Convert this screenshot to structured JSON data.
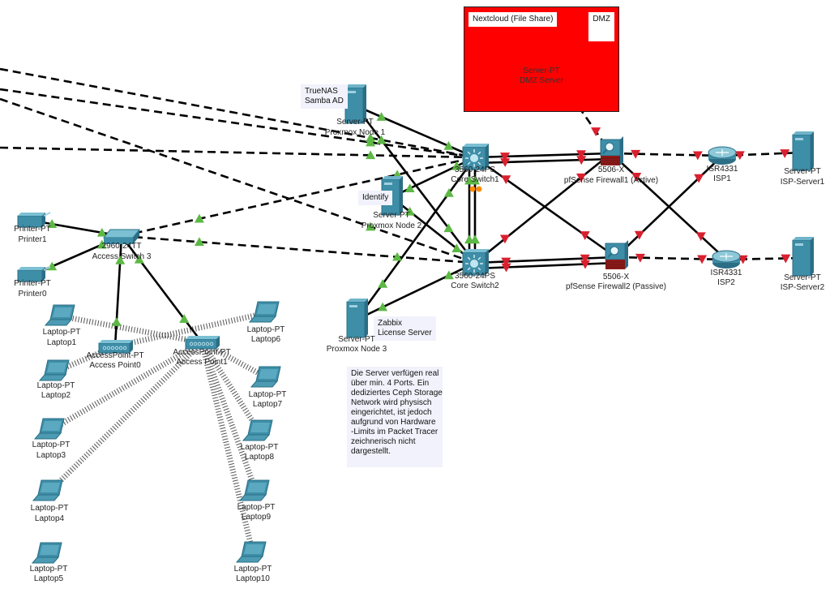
{
  "diagram": {
    "title": "Network Topology (Packet Tracer)",
    "colors": {
      "dmz_zone": "#ff0000",
      "link_up": "#5db845",
      "link_down": "#d8202e",
      "console_link": "#ff8c00",
      "device": "#3e8ea8",
      "note_bg": "#f1f2fb"
    },
    "zones": [
      {
        "id": "dmz",
        "label": "DMZ",
        "note": "Nextcloud (File Share)"
      }
    ],
    "notes": {
      "truenas": [
        "TrueNAS",
        "Samba AD"
      ],
      "identify": [
        "Identify"
      ],
      "zabbix": [
        "Zabbix",
        "License Server"
      ],
      "ceph": [
        "Die Server verfügen real",
        "über min. 4 Ports. Ein",
        "dediziertes Ceph Storage",
        "Network wird physisch",
        "eingerichtet, ist jedoch",
        "aufgrund von Hardware",
        "-Limits im Packet Tracer",
        "zeichnerisch nicht",
        "dargestellt."
      ]
    },
    "devices": [
      {
        "id": "dmz_server",
        "type": "server",
        "model": "Server-PT",
        "name": "DMZ Server",
        "icon": "server-icon"
      },
      {
        "id": "node1",
        "type": "server",
        "model": "Server-PT",
        "name": "Proxmox Node 1",
        "icon": "server-icon"
      },
      {
        "id": "node2",
        "type": "server",
        "model": "Server-PT",
        "name": "Proxmox Node 2",
        "icon": "server-icon"
      },
      {
        "id": "node3",
        "type": "server",
        "model": "Server-PT",
        "name": "Proxmox Node 3",
        "icon": "server-icon"
      },
      {
        "id": "core1",
        "type": "multilayer-switch",
        "model": "3560-24PS",
        "name": "Core Switch1",
        "icon": "multilayer-switch-icon"
      },
      {
        "id": "core2",
        "type": "multilayer-switch",
        "model": "3560-24PS",
        "name": "Core Switch2",
        "icon": "multilayer-switch-icon"
      },
      {
        "id": "fw1",
        "type": "firewall",
        "model": "5506-X",
        "name": "pfSense Firewall1 (Active)",
        "icon": "firewall-icon"
      },
      {
        "id": "fw2",
        "type": "firewall",
        "model": "5506-X",
        "name": "pfSense Firewall2 (Passive)",
        "icon": "firewall-icon"
      },
      {
        "id": "isp1",
        "type": "router",
        "model": "ISR4331",
        "name": "ISP1",
        "icon": "router-icon"
      },
      {
        "id": "isp2",
        "type": "router",
        "model": "ISR4331",
        "name": "ISP2",
        "icon": "router-icon"
      },
      {
        "id": "isps1",
        "type": "server",
        "model": "Server-PT",
        "name": "ISP-Server1",
        "icon": "server-icon"
      },
      {
        "id": "isps2",
        "type": "server",
        "model": "Server-PT",
        "name": "ISP-Server2",
        "icon": "server-icon"
      },
      {
        "id": "acc3",
        "type": "switch",
        "model": "2960-24TT",
        "name": "Access Switch 3",
        "icon": "switch-icon"
      },
      {
        "id": "printer1",
        "type": "printer",
        "model": "Printer-PT",
        "name": "Printer1",
        "icon": "printer-icon"
      },
      {
        "id": "printer0",
        "type": "printer",
        "model": "Printer-PT",
        "name": "Printer0",
        "icon": "printer-icon"
      },
      {
        "id": "ap0",
        "type": "access-point",
        "model": "AccessPoint-PT",
        "name": "Access Point0",
        "icon": "access-point-icon"
      },
      {
        "id": "ap1",
        "type": "access-point",
        "model": "AccessPoint-PT",
        "name": "Access Point1",
        "icon": "access-point-icon"
      },
      {
        "id": "laptop1",
        "type": "laptop",
        "model": "Laptop-PT",
        "name": "Laptop1",
        "icon": "laptop-icon"
      },
      {
        "id": "laptop2",
        "type": "laptop",
        "model": "Laptop-PT",
        "name": "Laptop2",
        "icon": "laptop-icon"
      },
      {
        "id": "laptop3",
        "type": "laptop",
        "model": "Laptop-PT",
        "name": "Laptop3",
        "icon": "laptop-icon"
      },
      {
        "id": "laptop4",
        "type": "laptop",
        "model": "Laptop-PT",
        "name": "Laptop4",
        "icon": "laptop-icon"
      },
      {
        "id": "laptop5",
        "type": "laptop",
        "model": "Laptop-PT",
        "name": "Laptop5",
        "icon": "laptop-icon"
      },
      {
        "id": "laptop6",
        "type": "laptop",
        "model": "Laptop-PT",
        "name": "Laptop6",
        "icon": "laptop-icon"
      },
      {
        "id": "laptop7",
        "type": "laptop",
        "model": "Laptop-PT",
        "name": "Laptop7",
        "icon": "laptop-icon"
      },
      {
        "id": "laptop8",
        "type": "laptop",
        "model": "Laptop-PT",
        "name": "Laptop8",
        "icon": "laptop-icon"
      },
      {
        "id": "laptop9",
        "type": "laptop",
        "model": "Laptop-PT",
        "name": "Laptop9",
        "icon": "laptop-icon"
      },
      {
        "id": "laptop10",
        "type": "laptop",
        "model": "Laptop-PT",
        "name": "Laptop10",
        "icon": "laptop-icon"
      }
    ],
    "links": [
      {
        "from": "node1",
        "to": "core1",
        "style": "solid",
        "status": "up"
      },
      {
        "from": "node1",
        "to": "core2",
        "style": "solid",
        "status": "up"
      },
      {
        "from": "node2",
        "to": "core1",
        "style": "solid",
        "status": "up"
      },
      {
        "from": "node2",
        "to": "core2",
        "style": "solid",
        "status": "up"
      },
      {
        "from": "node3",
        "to": "core1",
        "style": "solid",
        "status": "up"
      },
      {
        "from": "node3",
        "to": "core2",
        "style": "solid",
        "status": "up"
      },
      {
        "from": "core1",
        "to": "core2",
        "style": "solid",
        "status": "up"
      },
      {
        "from": "core1",
        "to": "core2",
        "style": "solid",
        "status": "up"
      },
      {
        "from": "core1",
        "to": "fw1",
        "style": "solid",
        "status": "down"
      },
      {
        "from": "core1",
        "to": "fw1",
        "style": "solid",
        "status": "down"
      },
      {
        "from": "core1",
        "to": "fw2",
        "style": "solid",
        "status": "down"
      },
      {
        "from": "core2",
        "to": "fw1",
        "style": "solid",
        "status": "down"
      },
      {
        "from": "core2",
        "to": "fw2",
        "style": "solid",
        "status": "down"
      },
      {
        "from": "core2",
        "to": "fw2",
        "style": "solid",
        "status": "down"
      },
      {
        "from": "dmz_server",
        "to": "fw1",
        "style": "dashed",
        "status": "down"
      },
      {
        "from": "fw1",
        "to": "isp1",
        "style": "dashed",
        "status": "down"
      },
      {
        "from": "fw1",
        "to": "isp2",
        "style": "solid",
        "status": "down"
      },
      {
        "from": "fw2",
        "to": "isp2",
        "style": "dashed",
        "status": "down"
      },
      {
        "from": "fw2",
        "to": "isp1",
        "style": "solid",
        "status": "down"
      },
      {
        "from": "isp1",
        "to": "isps1",
        "style": "dashed",
        "status": "down"
      },
      {
        "from": "isp2",
        "to": "isps2",
        "style": "dashed",
        "status": "down"
      },
      {
        "from": "acc3",
        "to": "core1",
        "style": "dashed",
        "status": "up"
      },
      {
        "from": "acc3",
        "to": "core2",
        "style": "dashed",
        "status": "up"
      },
      {
        "from": "printer1",
        "to": "acc3",
        "style": "solid",
        "status": "up"
      },
      {
        "from": "printer0",
        "to": "acc3",
        "style": "solid",
        "status": "up"
      },
      {
        "from": "acc3",
        "to": "ap0",
        "style": "solid",
        "status": "up"
      },
      {
        "from": "acc3",
        "to": "ap1",
        "style": "solid",
        "status": "up"
      },
      {
        "from": "offscreen-a",
        "to": "core1",
        "style": "dashed",
        "status": "up"
      },
      {
        "from": "offscreen-b",
        "to": "core1",
        "style": "dashed",
        "status": "up"
      },
      {
        "from": "offscreen-c",
        "to": "core2",
        "style": "dashed",
        "status": "up"
      },
      {
        "from": "offscreen-d",
        "to": "core1",
        "style": "dashed",
        "status": "up"
      }
    ],
    "wireless": [
      {
        "ap": "ap1",
        "client": "laptop1"
      },
      {
        "ap": "ap0",
        "client": "laptop2"
      },
      {
        "ap": "ap1",
        "client": "laptop3"
      },
      {
        "ap": "ap1",
        "client": "laptop4"
      },
      {
        "ap": "ap0",
        "client": "laptop6"
      },
      {
        "ap": "ap1",
        "client": "laptop7"
      },
      {
        "ap": "ap1",
        "client": "laptop8"
      },
      {
        "ap": "ap1",
        "client": "laptop9"
      },
      {
        "ap": "ap1",
        "client": "laptop10"
      }
    ]
  }
}
